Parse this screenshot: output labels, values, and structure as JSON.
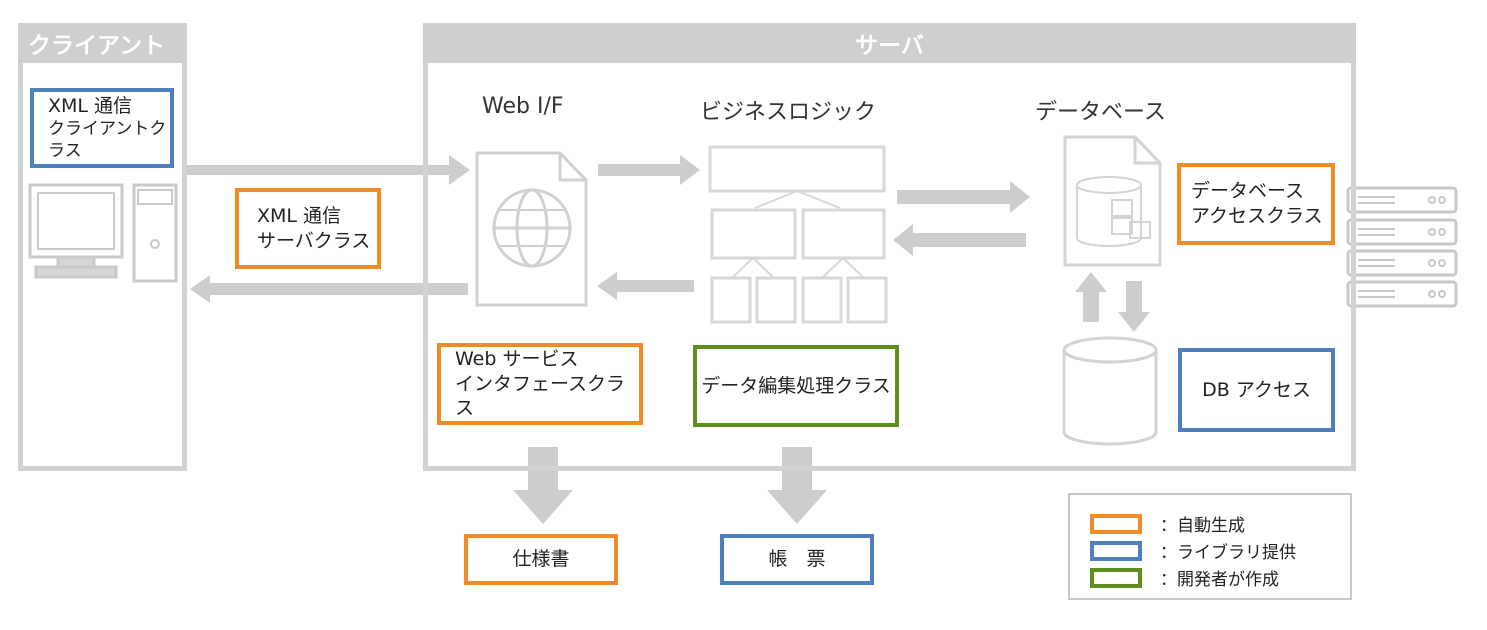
{
  "client_panel": {
    "title": "クライアント"
  },
  "server_panel": {
    "title": "サーバ"
  },
  "columns": {
    "web_if": "Web I/F",
    "business_logic": "ビジネスロジック",
    "database": "データベース"
  },
  "boxes": {
    "xml_client_class": {
      "line1": "XML 通信",
      "line2": "クライアントクラス"
    },
    "xml_server_class": {
      "line1": "XML 通信",
      "line2": "サーバクラス"
    },
    "web_service_class": {
      "line1": "Web サービス",
      "line2": "インタフェースクラス"
    },
    "data_edit_class": {
      "line1": "データ編集処理クラス"
    },
    "db_access_class": {
      "line1": "データベース",
      "line2": "アクセスクラス"
    },
    "db_access": {
      "line1": "DB アクセス"
    },
    "specification": {
      "line1": "仕様書"
    },
    "report": {
      "line1": "帳　票"
    }
  },
  "legend": {
    "items": [
      {
        "label": "：自動生成",
        "color": "#f08a24"
      },
      {
        "label": "：ライブラリ提供",
        "color": "#4f7fbe"
      },
      {
        "label": "：開発者が作成",
        "color": "#5e8f1c"
      }
    ]
  }
}
